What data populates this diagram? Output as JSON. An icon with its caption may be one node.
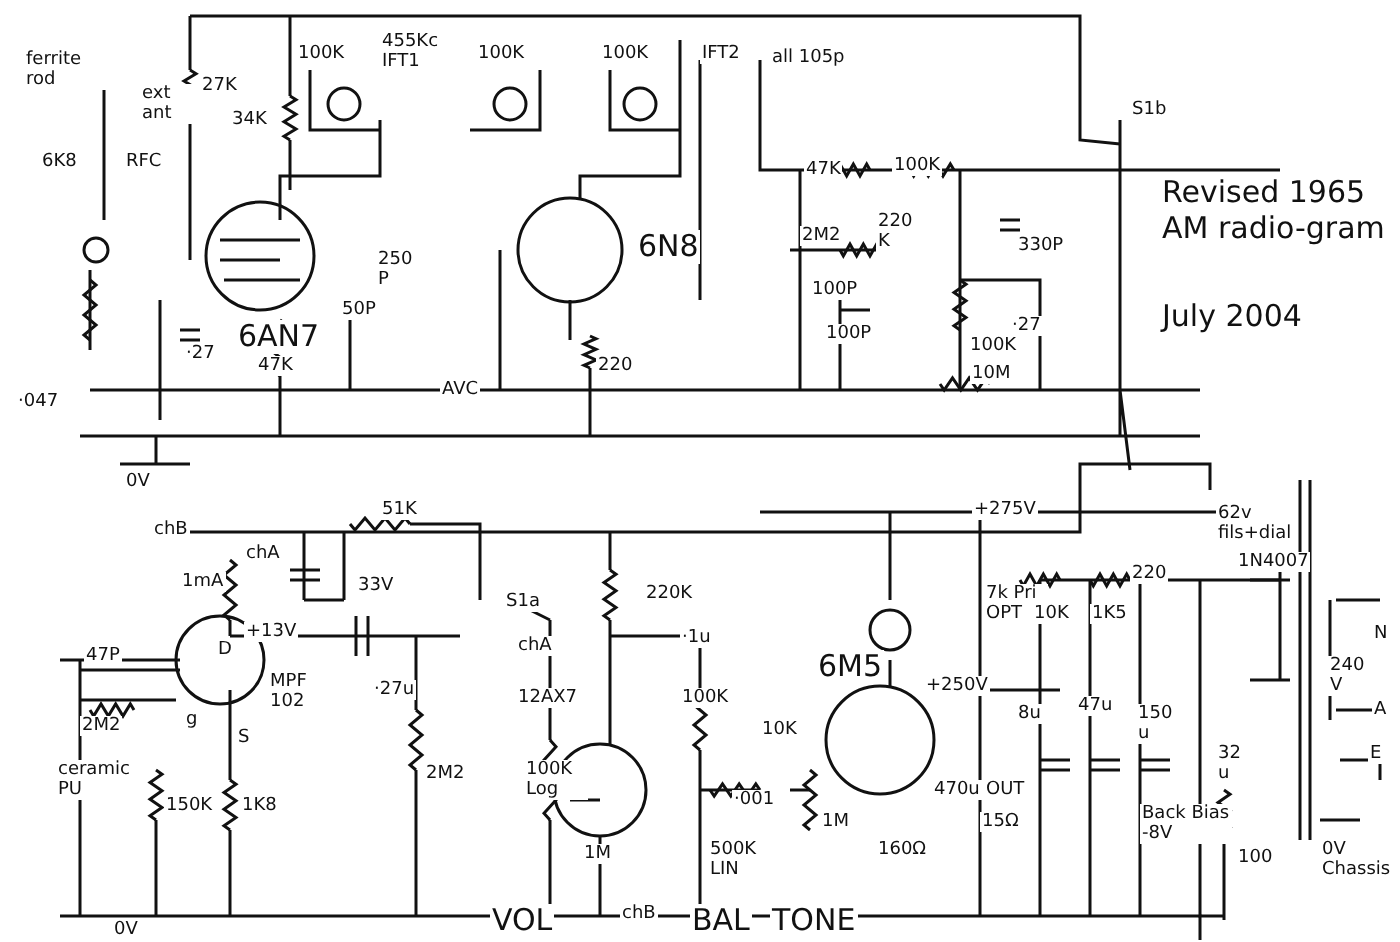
{
  "diagram": {
    "labels": [
      "ferrite rod",
      "ext ant",
      "27K",
      "34K",
      "100K",
      "455Kc IFT1",
      "100K",
      "100K",
      "IFT2",
      "all 105p",
      "S1b",
      "6K8",
      "RFC",
      "47K",
      "100K",
      "2M2",
      "220 K",
      "330P",
      "250 P",
      "6N8",
      "6AN7",
      "50P",
      "·27",
      "47K",
      "100P",
      "100P",
      "·27",
      "100K",
      "220",
      "AVC",
      "10M",
      "·047",
      "0V",
      "Revised 1965",
      "AM radio-gram",
      "July 2004",
      "62v fils+dial",
      "chB",
      "chA",
      "51K",
      "1mA",
      "33V",
      "+13V",
      "D",
      "MPF 102",
      "47P",
      "2M2",
      "g",
      "S",
      "ceramic PU",
      "150K",
      "1K8",
      "·27u",
      "2M2",
      "S1a",
      "chA",
      "12AX7",
      "220K",
      "·1u",
      "100K Log",
      "1M",
      "VOL",
      "chB",
      "BAL",
      "TONE",
      "100K",
      "10K",
      "·001",
      "1M",
      "500K LIN",
      "6M5",
      "+275V",
      "7k Pri OPT",
      "+250V",
      "10K",
      "1K5",
      "220",
      "1N4007",
      "8u",
      "47u",
      "150 u",
      "470u",
      "OUT",
      "15Ω",
      "160Ω",
      "32 u",
      "Back Bias -8V",
      "100",
      "N",
      "240 V",
      "A",
      "E",
      "0V Chassis",
      "0V"
    ]
  }
}
